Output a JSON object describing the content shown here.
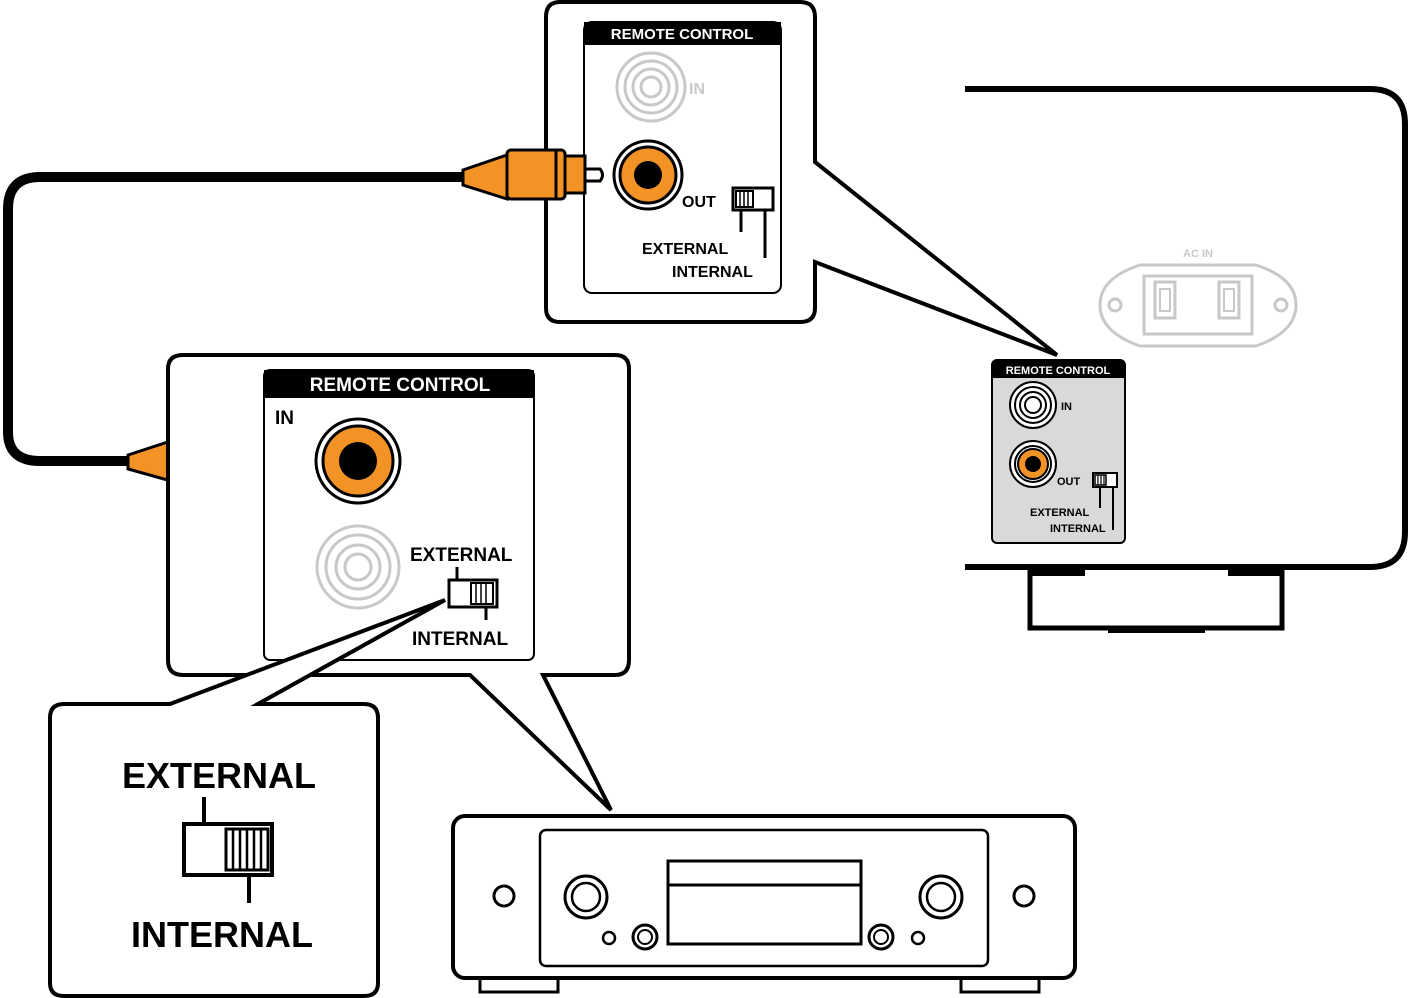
{
  "colors": {
    "accent": "#F39325",
    "line": "#000000",
    "faded": "#c8c8c8",
    "panel_fill": "#d9d9d9"
  },
  "device_top_callout": {
    "header": "REMOTE CONTROL",
    "in_label": "IN",
    "out_label": "OUT",
    "external_label": "EXTERNAL",
    "internal_label": "INTERNAL"
  },
  "device_rear": {
    "ac_in_label": "AC IN",
    "panel": {
      "header": "REMOTE CONTROL",
      "in_label": "IN",
      "out_label": "OUT",
      "external_label": "EXTERNAL",
      "internal_label": "INTERNAL"
    }
  },
  "device_bottom_callout": {
    "header": "REMOTE CONTROL",
    "in_label": "IN",
    "external_label": "EXTERNAL",
    "internal_label": "INTERNAL"
  },
  "switch_zoom": {
    "external_label": "EXTERNAL",
    "internal_label": "INTERNAL"
  },
  "icons": [
    "rca-plug-icon",
    "rca-jack-icon",
    "slide-switch-icon",
    "ac-inlet-icon",
    "cd-player-icon"
  ]
}
